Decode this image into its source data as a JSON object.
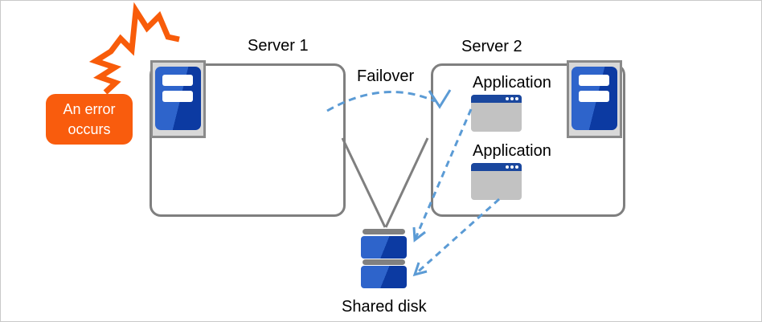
{
  "error_callout": {
    "line1": "An error",
    "line2": "occurs"
  },
  "servers": [
    {
      "label": "Server 1"
    },
    {
      "label": "Server 2"
    }
  ],
  "failover": {
    "label": "Failover"
  },
  "applications": [
    {
      "label": "Application"
    },
    {
      "label": "Application"
    }
  ],
  "shared_disk": {
    "label": "Shared disk"
  },
  "icons": {
    "burst": "error-burst-icon",
    "server": "server-tower-icon",
    "window": "app-window-icon",
    "disk": "shared-disk-icon"
  },
  "colors": {
    "accent_orange": "#f95c0d",
    "arrow_blue": "#5b9bd5",
    "server_blue_light": "#2e64cb",
    "server_blue_dark": "#0c3aa2",
    "box_border_gray": "#7f7f7f",
    "icon_background_gray": "#d8d8d8",
    "window_title_blue": "#1a479e",
    "window_body_gray": "#c2c2c2",
    "disk_cap_gray": "#808080",
    "background": "#ffffff",
    "text": "#000000"
  }
}
